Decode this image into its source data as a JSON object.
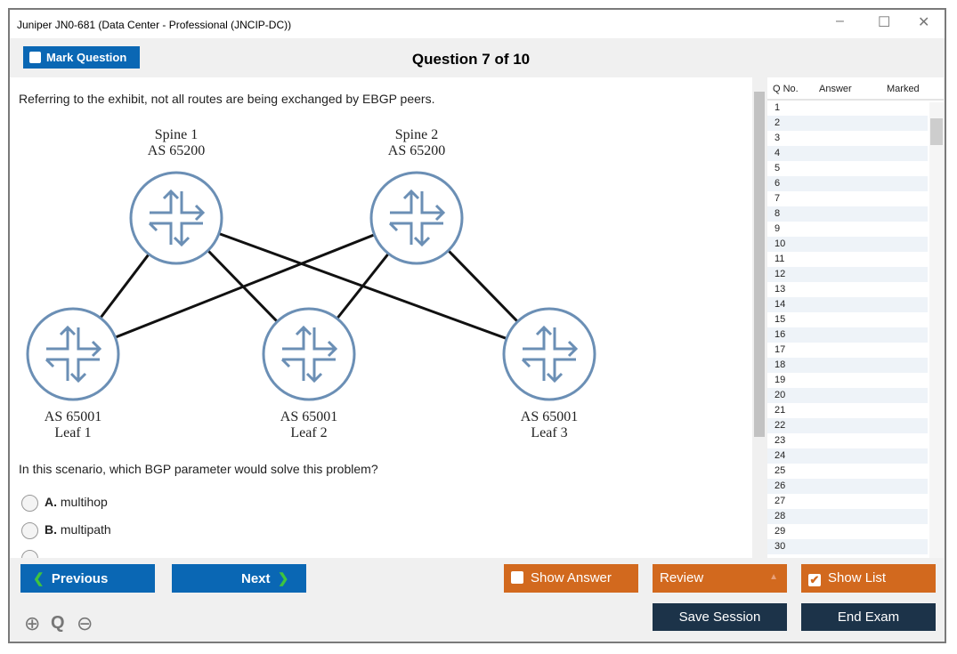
{
  "window": {
    "title": "Juniper JN0-681 (Data Center - Professional (JNCIP-DC))",
    "minimize": "–",
    "maximize": "☐",
    "close": "✕"
  },
  "header": {
    "mark_label": "Mark Question",
    "question_counter": "Question 7 of 10"
  },
  "question": {
    "intro": "Referring to the exhibit, not all routes are being exchanged by EBGP peers.",
    "prompt": "In this scenario, which BGP parameter would solve this problem?",
    "options": [
      {
        "letter": "A.",
        "text": "multihop"
      },
      {
        "letter": "B.",
        "text": "multipath"
      }
    ]
  },
  "exhibit": {
    "nodes": [
      {
        "id": "spine1",
        "line1": "Spine 1",
        "line2": "AS 65200"
      },
      {
        "id": "spine2",
        "line1": "Spine 2",
        "line2": "AS 65200"
      },
      {
        "id": "leaf1",
        "line1": "AS 65001",
        "line2": "Leaf 1"
      },
      {
        "id": "leaf2",
        "line1": "AS 65001",
        "line2": "Leaf 2"
      },
      {
        "id": "leaf3",
        "line1": "AS 65001",
        "line2": "Leaf 3"
      }
    ],
    "links": [
      [
        "spine1",
        "leaf1"
      ],
      [
        "spine1",
        "leaf2"
      ],
      [
        "spine1",
        "leaf3"
      ],
      [
        "spine2",
        "leaf1"
      ],
      [
        "spine2",
        "leaf2"
      ],
      [
        "spine2",
        "leaf3"
      ]
    ],
    "router_color": "#6b8fb5"
  },
  "question_list": {
    "headers": {
      "qno": "Q No.",
      "answer": "Answer",
      "marked": "Marked"
    },
    "rows": [
      "1",
      "2",
      "3",
      "4",
      "5",
      "6",
      "7",
      "8",
      "9",
      "10",
      "11",
      "12",
      "13",
      "14",
      "15",
      "16",
      "17",
      "18",
      "19",
      "20",
      "21",
      "22",
      "23",
      "24",
      "25",
      "26",
      "27",
      "28",
      "29",
      "30"
    ]
  },
  "footer": {
    "previous": "Previous",
    "next": "Next",
    "show_answer": "Show Answer",
    "review": "Review",
    "show_list": "Show List",
    "show_list_checked": true,
    "save_session": "Save Session",
    "end_exam": "End Exam",
    "zoom_in": "⊕",
    "zoom_reset": "Q",
    "zoom_out": "⊖"
  },
  "colors": {
    "blue": "#0a67b4",
    "orange": "#d2691e",
    "navy": "#1c3349"
  }
}
